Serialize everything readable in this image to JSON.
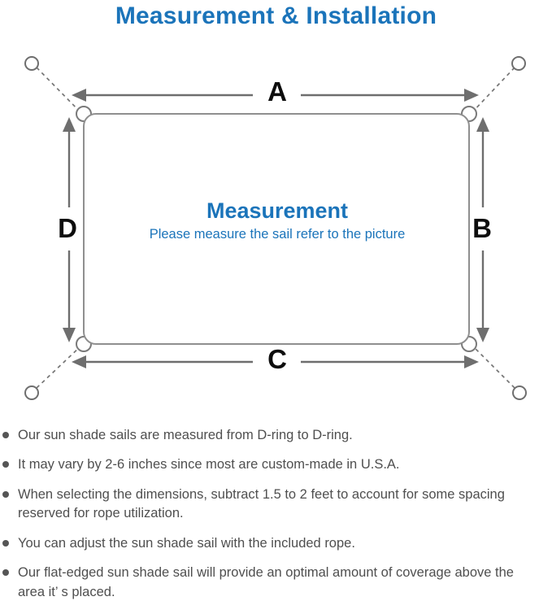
{
  "title": "Measurement & Installation",
  "colors": {
    "accent_blue": "#1b74ba",
    "body_text_gray": "#4f4f4f",
    "diagram_line_gray": "#6e6e6e",
    "sail_border_gray": "#8f8f8f",
    "label_black": "#0d0d0d"
  },
  "diagram": {
    "center_heading": "Measurement",
    "center_subtitle": "Please measure the sail refer to the picture",
    "side_labels": {
      "top": "A",
      "right": "B",
      "bottom": "C",
      "left": "D"
    },
    "icons": [
      "anchor-point-circle-icon",
      "tension-rope-dashed-line",
      "d-ring-corner-icon",
      "double-headed-dimension-arrow"
    ]
  },
  "notes": [
    "Our sun shade sails are measured from D-ring to D-ring.",
    "It may vary by 2-6 inches since most are custom-made in U.S.A.",
    "When selecting the dimensions, subtract 1.5 to 2 feet to account for some spacing reserved for rope utilization.",
    "You can adjust the sun shade sail with the included rope.",
    "Our flat-edged sun shade sail will provide an optimal amount of coverage above the area it’ s placed."
  ]
}
